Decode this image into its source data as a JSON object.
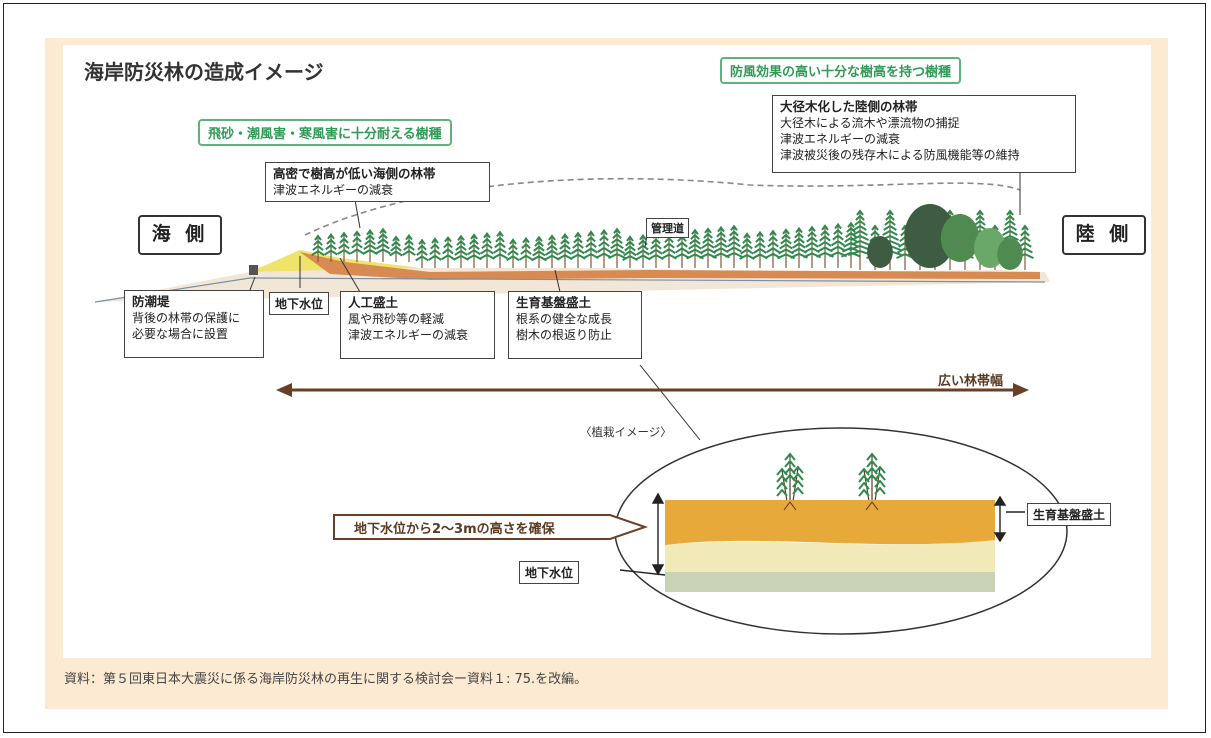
{
  "title": "海岸防災林の造成イメージ",
  "labels": {
    "sea_side": "海 側",
    "land_side": "陸 側",
    "green_left": "飛砂・潮風害・寒風害に十分耐える樹種",
    "green_right": "防風効果の高い十分な樹高を持つ樹種",
    "management_road": "管理道",
    "groundwater_top": "地下水位",
    "wide_belt": "広い林帯幅",
    "planting_image": "〈植栽イメージ〉",
    "height_secure": "地下水位から2～3mの高さを確保",
    "groundwater_bottom": "地下水位",
    "growth_base_right": "生育基盤盛土"
  },
  "boxes": {
    "seaward": {
      "title": "高密で樹高が低い海側の林帯",
      "lines": [
        "津波エネルギーの減衰"
      ]
    },
    "landward": {
      "title": "大径木化した陸側の林帯",
      "lines": [
        "大径木による流木や漂流物の捕捉",
        "津波エネルギーの減衰",
        "津波被災後の残存木による防風機能等の維持"
      ]
    },
    "seawall": {
      "title": "防潮堤",
      "lines": [
        "背後の林帯の保護に",
        "必要な場合に設置"
      ]
    },
    "embankment": {
      "title": "人工盛土",
      "lines": [
        "風や飛砂等の軽減",
        "津波エネルギーの減衰"
      ]
    },
    "growth_base": {
      "title": "生育基盤盛土",
      "lines": [
        "根系の健全な成長",
        "樹木の根返り防止"
      ]
    }
  },
  "caption": "資料：第５回東日本大震災に係る海岸防災林の再生に関する検討会ー資料１: 75.を改編。",
  "colors": {
    "panel_bg": "#fcebd2",
    "green_accent": "#2f9a57",
    "arrow_brown": "#6b3f23",
    "soil_orange": "#e6a93a",
    "sand_light": "#f1e9b8",
    "groundwater": "#c9d2b5"
  }
}
